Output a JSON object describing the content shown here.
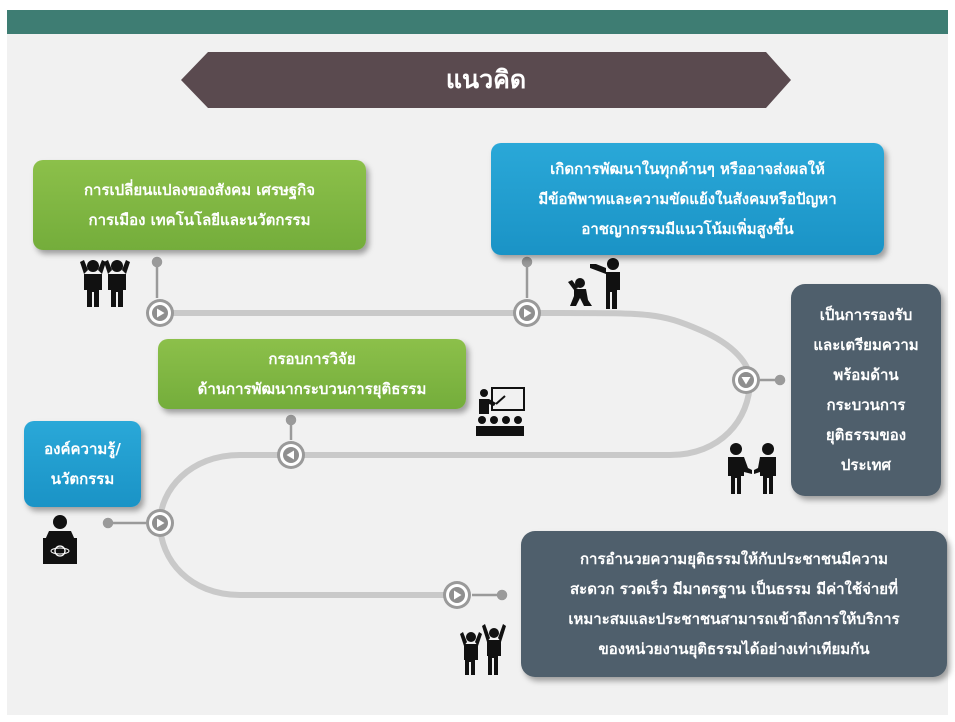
{
  "title": "แนวคิด",
  "colors": {
    "top_bar": "#3e7d73",
    "banner": "#5a4a4f",
    "green": "#7cb342",
    "blue": "#1e9fd0",
    "slate": "#4f5f6c",
    "path": "#c9c9c9"
  },
  "boxes": {
    "social_change": [
      "การเปลี่ยนแปลงของสังคม เศรษฐกิจ",
      "การเมือง เทคโนโลยีและนวัตกรรม"
    ],
    "development_conflict": [
      "เกิดการพัฒนาในทุกด้านๆ หรืออาจส่งผลให้",
      "มีข้อพิพาทและความขัดแย้งในสังคมหรือปัญหา",
      "อาชญากรรมมีแนวโน้มเพิ่มสูงขึ้น"
    ],
    "preparedness": [
      "เป็นการรองรับ",
      "และเตรียมความ",
      "พร้อมด้าน",
      "กระบวนการ",
      "ยุติธรรมของ",
      "ประเทศ"
    ],
    "research_framework": [
      "กรอบการวิจัย",
      "ด้านการพัฒนากระบวนการยุติธรรม"
    ],
    "knowledge": [
      "องค์ความรู้/",
      "นวัตกรรม"
    ],
    "justice_access": [
      "การอำนวยความยุติธรรมให้กับประชาชนมีความ",
      "สะดวก รวดเร็ว มีมาตรฐาน เป็นธรรม มีค่าใช้จ่ายที่",
      "เหมาะสมและประชาชนสามารถเข้าถึงการให้บริการ",
      "ของหน่วยงานยุติธรรมได้อย่างเท่าเทียมกัน"
    ]
  },
  "icons": [
    "stressed-people-icon",
    "robbery-icon",
    "handshake-icon",
    "teacher-presentation-icon",
    "scientist-icon",
    "celebrating-people-icon"
  ],
  "play_markers": [
    "marker-1",
    "marker-2",
    "marker-3",
    "marker-4",
    "marker-5",
    "marker-6"
  ]
}
